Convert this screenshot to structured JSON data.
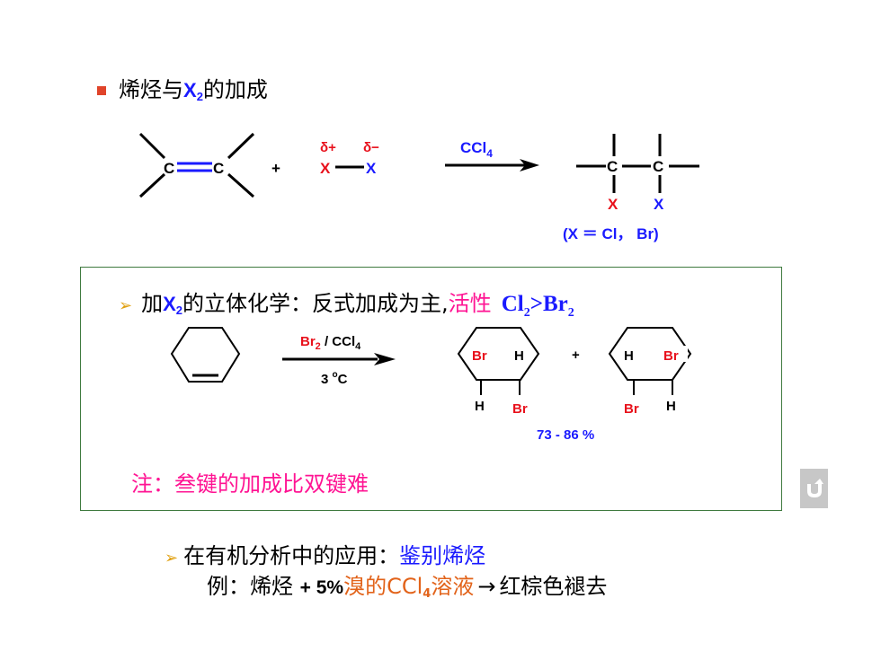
{
  "heading": {
    "pre": "烯烃与",
    "x": "X",
    "sub": "2",
    "post": "的加成"
  },
  "reaction1": {
    "c1": "C",
    "c2": "C",
    "plus": "+",
    "delta_plus": "δ+",
    "delta_minus": "δ−",
    "x_left": "X",
    "x_right": "X",
    "reagent": "CCl",
    "reagent_sub": "4",
    "p_c1": "C",
    "p_c2": "C",
    "p_x1": "X",
    "p_x2": "X",
    "note": "(X ＝ Cl， Br)"
  },
  "box": {
    "bullet": "➢",
    "title_pre": "加",
    "title_x": "X",
    "title_sub": "2",
    "title_mid": "的立体化学：反式加成为主,",
    "title_act": "活性",
    "title_cl": "Cl",
    "title_cl_sub": "2",
    "title_gt": ">Br",
    "title_br_sub": "2",
    "reagent_br": "Br",
    "reagent_br_sub": "2",
    "reagent_rest": " / CCl",
    "reagent_rest_sub": "4",
    "temp": "3 ",
    "temp_sup": "o",
    "temp_unit": "C",
    "prod1": {
      "tl": "Br",
      "tr": "H",
      "bl": "H",
      "br": "Br"
    },
    "plus": "+",
    "prod2": {
      "tl": "H",
      "tr": "Br",
      "bl": "Br",
      "br": "H"
    },
    "yield": "73 - 86 %",
    "note": "注：叁键的加成比双键难"
  },
  "app": {
    "bullet": "➢",
    "label": "在有机分析中的应用：",
    "label_blue": "鉴别烯烃",
    "ex_pre": "例：烯烃 ",
    "ex_plus": "+ 5%",
    "ex_orange1": "溴的CCl",
    "ex_orange_sub": "4",
    "ex_orange2": "溶液",
    "ex_arrow": "→",
    "ex_post": "红棕色褪去"
  },
  "colors": {
    "heading_bullet": "#e0442a",
    "blue": "#1a1aff",
    "red": "#e8111c",
    "pink": "#ff1493",
    "orange": "#e2631a",
    "box_border": "#3f7a3f",
    "button": "#c7c7c7"
  },
  "icons": {
    "heading_bullet": "square-bullet",
    "back": "return-arrow-icon"
  }
}
